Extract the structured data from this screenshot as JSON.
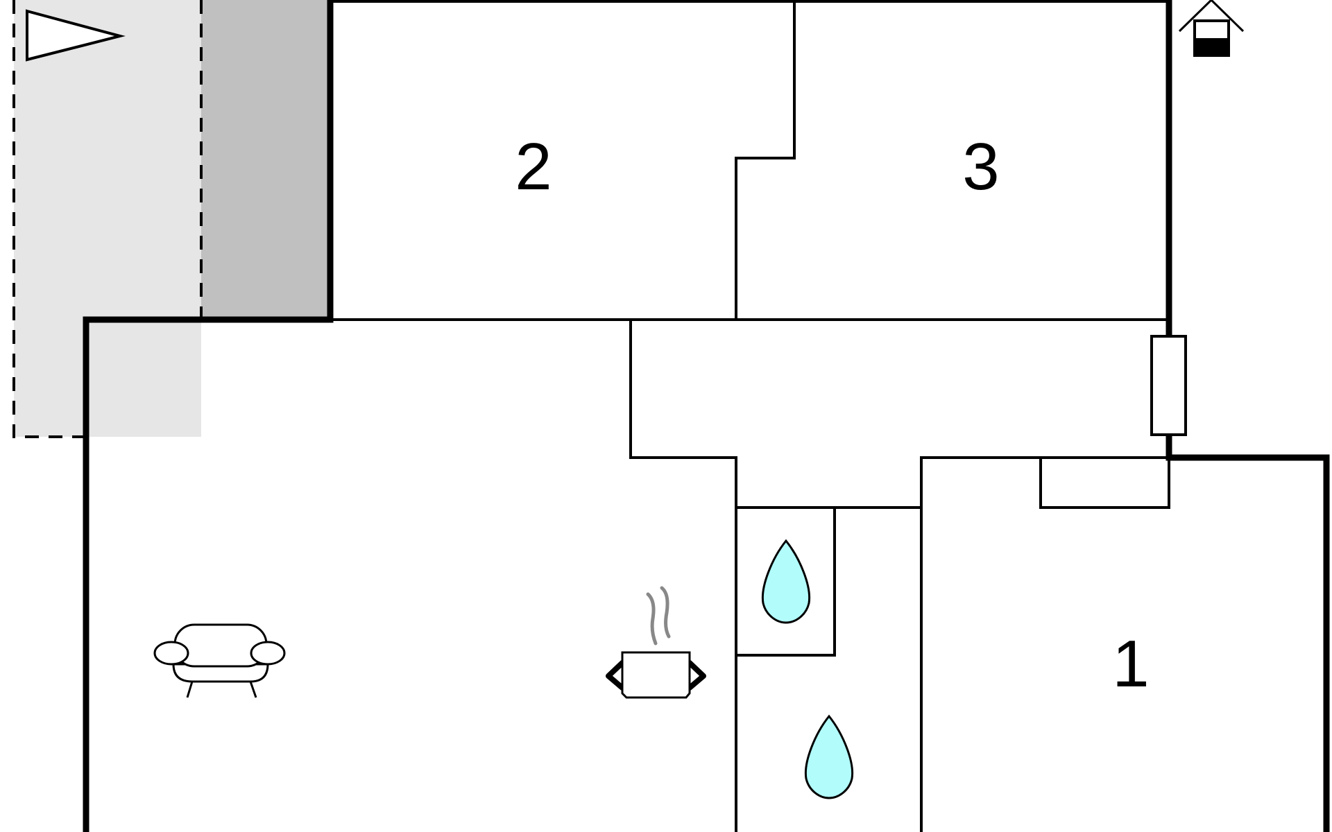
{
  "floorplan": {
    "room_labels": [
      {
        "id": "bedroom-2",
        "text": "2"
      },
      {
        "id": "bedroom-3",
        "text": "3"
      },
      {
        "id": "bedroom-1",
        "text": "1"
      }
    ],
    "icons": [
      "compass-triangle-icon",
      "house-roof-icon",
      "sofa-icon",
      "cooking-pot-icon",
      "water-drop-icon"
    ],
    "colors": {
      "wall": "#000000",
      "terrace_light": "#e6e6e6",
      "terrace_dark": "#c0c0c0",
      "water": "#b2fcfc",
      "steam": "#888888"
    }
  }
}
